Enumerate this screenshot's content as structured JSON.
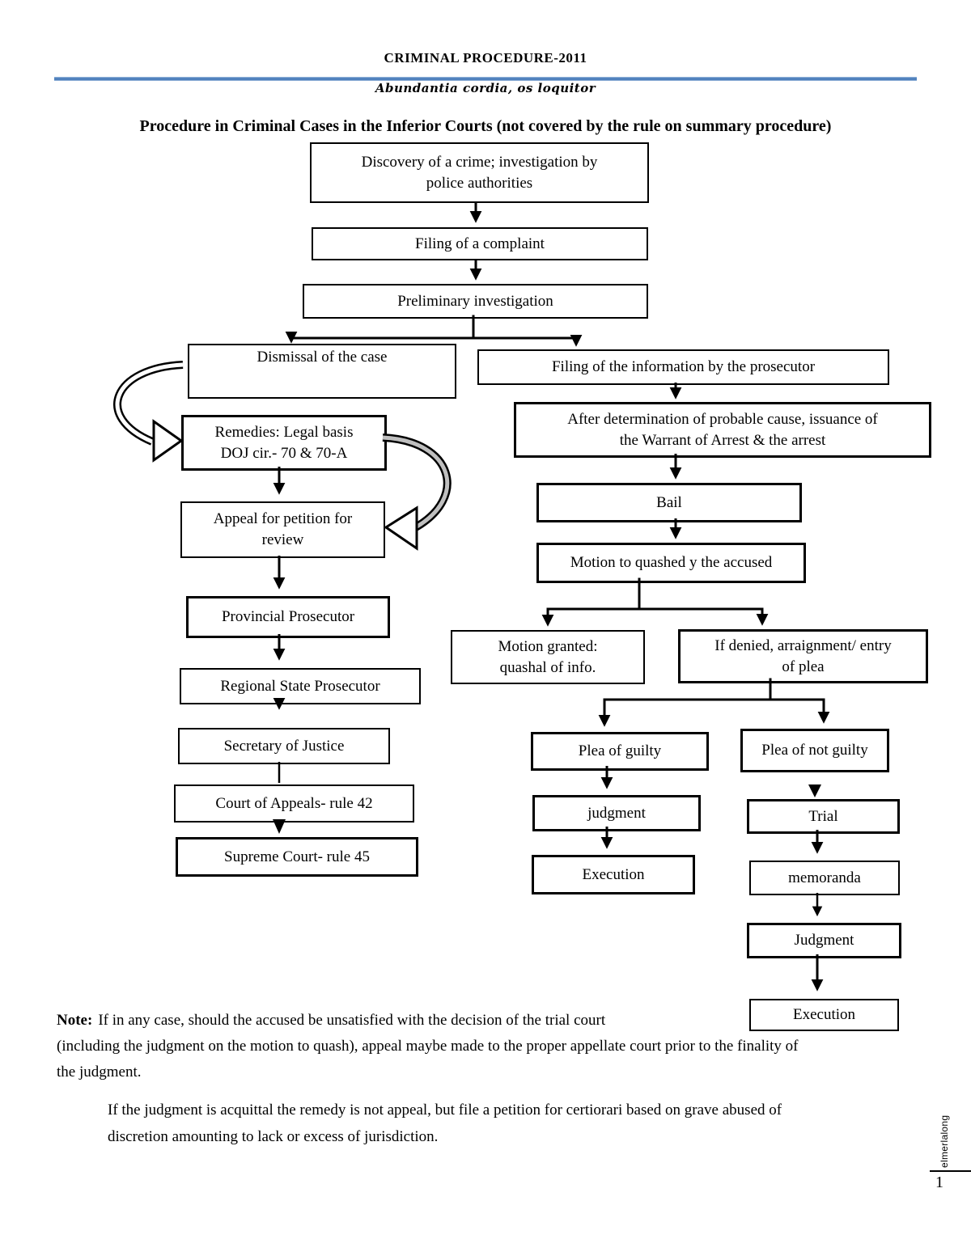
{
  "header": {
    "title": "CRIMINAL PROCEDURE-2011",
    "motto": "Abundantia cordia, os loquitor"
  },
  "page_title": "Procedure in Criminal Cases in the Inferior Courts (not covered by the rule on summary procedure)",
  "colors": {
    "divider_blue": "#4f81bd",
    "curved_arrow_gray": "#bfbfbf",
    "ink": "#000000"
  },
  "flowchart": {
    "nodes": {
      "discovery": [
        "Discovery of a crime; investigation by",
        "police authorities"
      ],
      "complaint": [
        "Filing of a complaint"
      ],
      "preliminary": [
        "Preliminary investigation"
      ],
      "dismissal": [
        "Dismissal of the case"
      ],
      "filing_info": [
        "Filing of the information by the prosecutor"
      ],
      "after_det": [
        "After determination of probable cause, issuance of",
        "the Warrant of Arrest & the arrest"
      ],
      "bail": [
        "Bail"
      ],
      "motion_quash": [
        "Motion to quashed y the accused"
      ],
      "remedies": [
        "Remedies: Legal basis",
        "DOJ cir.- 70 & 70-A"
      ],
      "appeal": [
        "Appeal for petition for",
        "review"
      ],
      "provincial": [
        "Provincial Prosecutor"
      ],
      "regional": [
        "Regional State Prosecutor"
      ],
      "secretary": [
        "Secretary of Justice"
      ],
      "coa": [
        "Court of Appeals- rule 42"
      ],
      "sc": [
        "Supreme Court- rule 45"
      ],
      "motion_granted": [
        "Motion granted:",
        "quashal of info."
      ],
      "if_denied": [
        "If denied, arraignment/ entry",
        "of plea"
      ],
      "plea_guilty": [
        "Plea of guilty"
      ],
      "plea_not_guilty": [
        "Plea of not guilty"
      ],
      "judgment1": [
        "judgment"
      ],
      "execution1": [
        "Execution"
      ],
      "trial": [
        "Trial"
      ],
      "memoranda": [
        "memoranda"
      ],
      "judgment2": [
        "Judgment"
      ],
      "execution2": [
        "Execution"
      ]
    }
  },
  "note": {
    "label": "Note:",
    "lines": [
      "If in any case, should the accused be unsatisfied with the decision of the trial court",
      "(including the judgment on the motion to quash), appeal maybe made to the proper appellate court prior to the finality of",
      "the judgment."
    ]
  },
  "para2": {
    "lines": [
      "If the judgment is acquittal the remedy is not appeal, but file a petition for certiorari based on grave abused of",
      "discretion amounting to lack or excess of jurisdiction."
    ]
  },
  "footer": {
    "watermark": "elmerlalong",
    "page_number": "1"
  }
}
